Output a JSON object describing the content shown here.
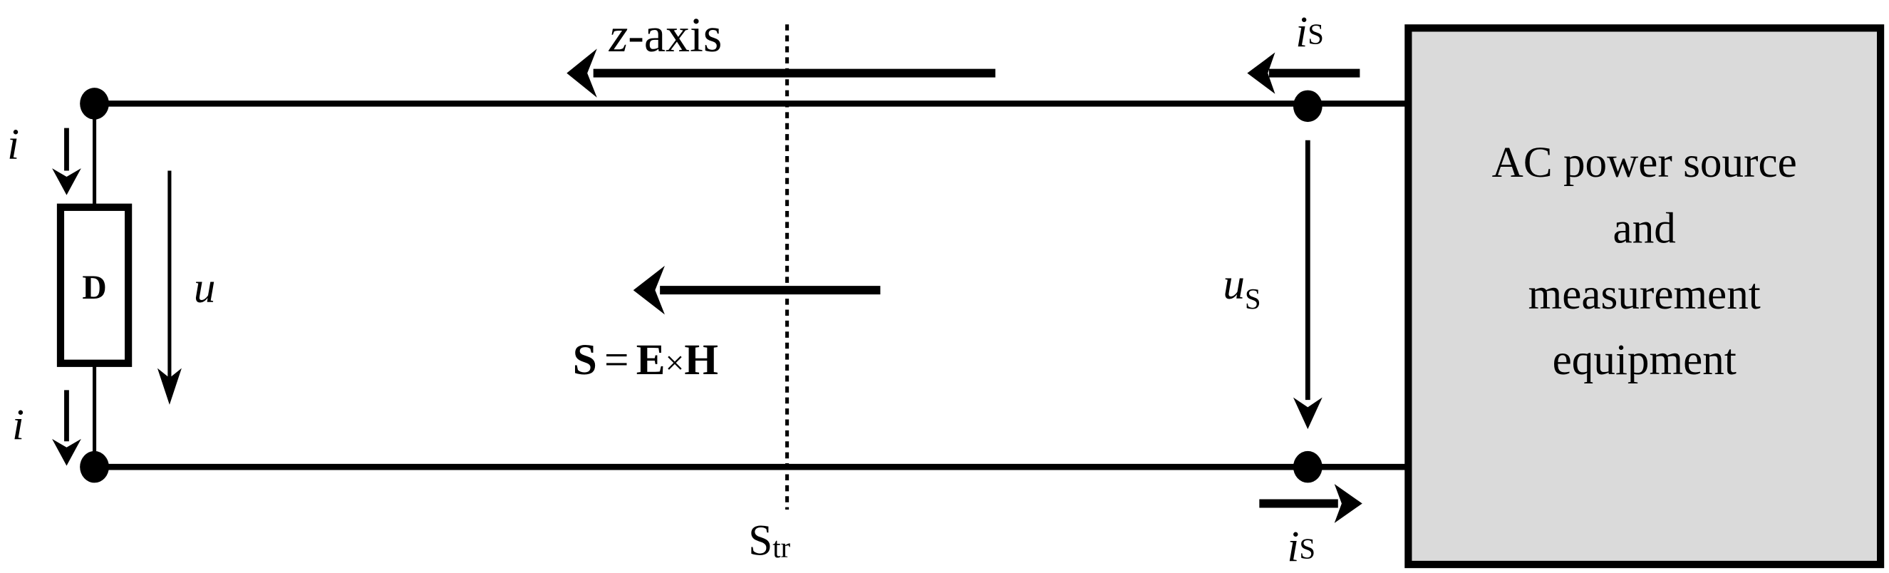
{
  "diagram": {
    "type": "circuit",
    "labels": {
      "z_axis": "z-axis",
      "z_axis_var": "z",
      "z_axis_suffix": "-axis",
      "device": "D",
      "current_load_top": "i",
      "current_load_bottom": "i",
      "voltage_load": "u",
      "current_source_top_main": "i",
      "current_source_top_sub": "S",
      "current_source_bottom_main": "i",
      "current_source_bottom_sub": "S",
      "voltage_source_main": "u",
      "voltage_source_sub": "S",
      "poynting": "S = E × H",
      "poynting_S": "S",
      "poynting_eq": "=",
      "poynting_E": "E",
      "poynting_x": "×",
      "poynting_H": "H",
      "surface_main": "S",
      "surface_sub": "tr"
    },
    "source_box": {
      "lines": [
        "AC power source",
        "and",
        "measurement",
        "equipment"
      ],
      "fill": "#dadada",
      "stroke": "#000000"
    },
    "colors": {
      "line": "#000000",
      "background": "#ffffff"
    }
  }
}
